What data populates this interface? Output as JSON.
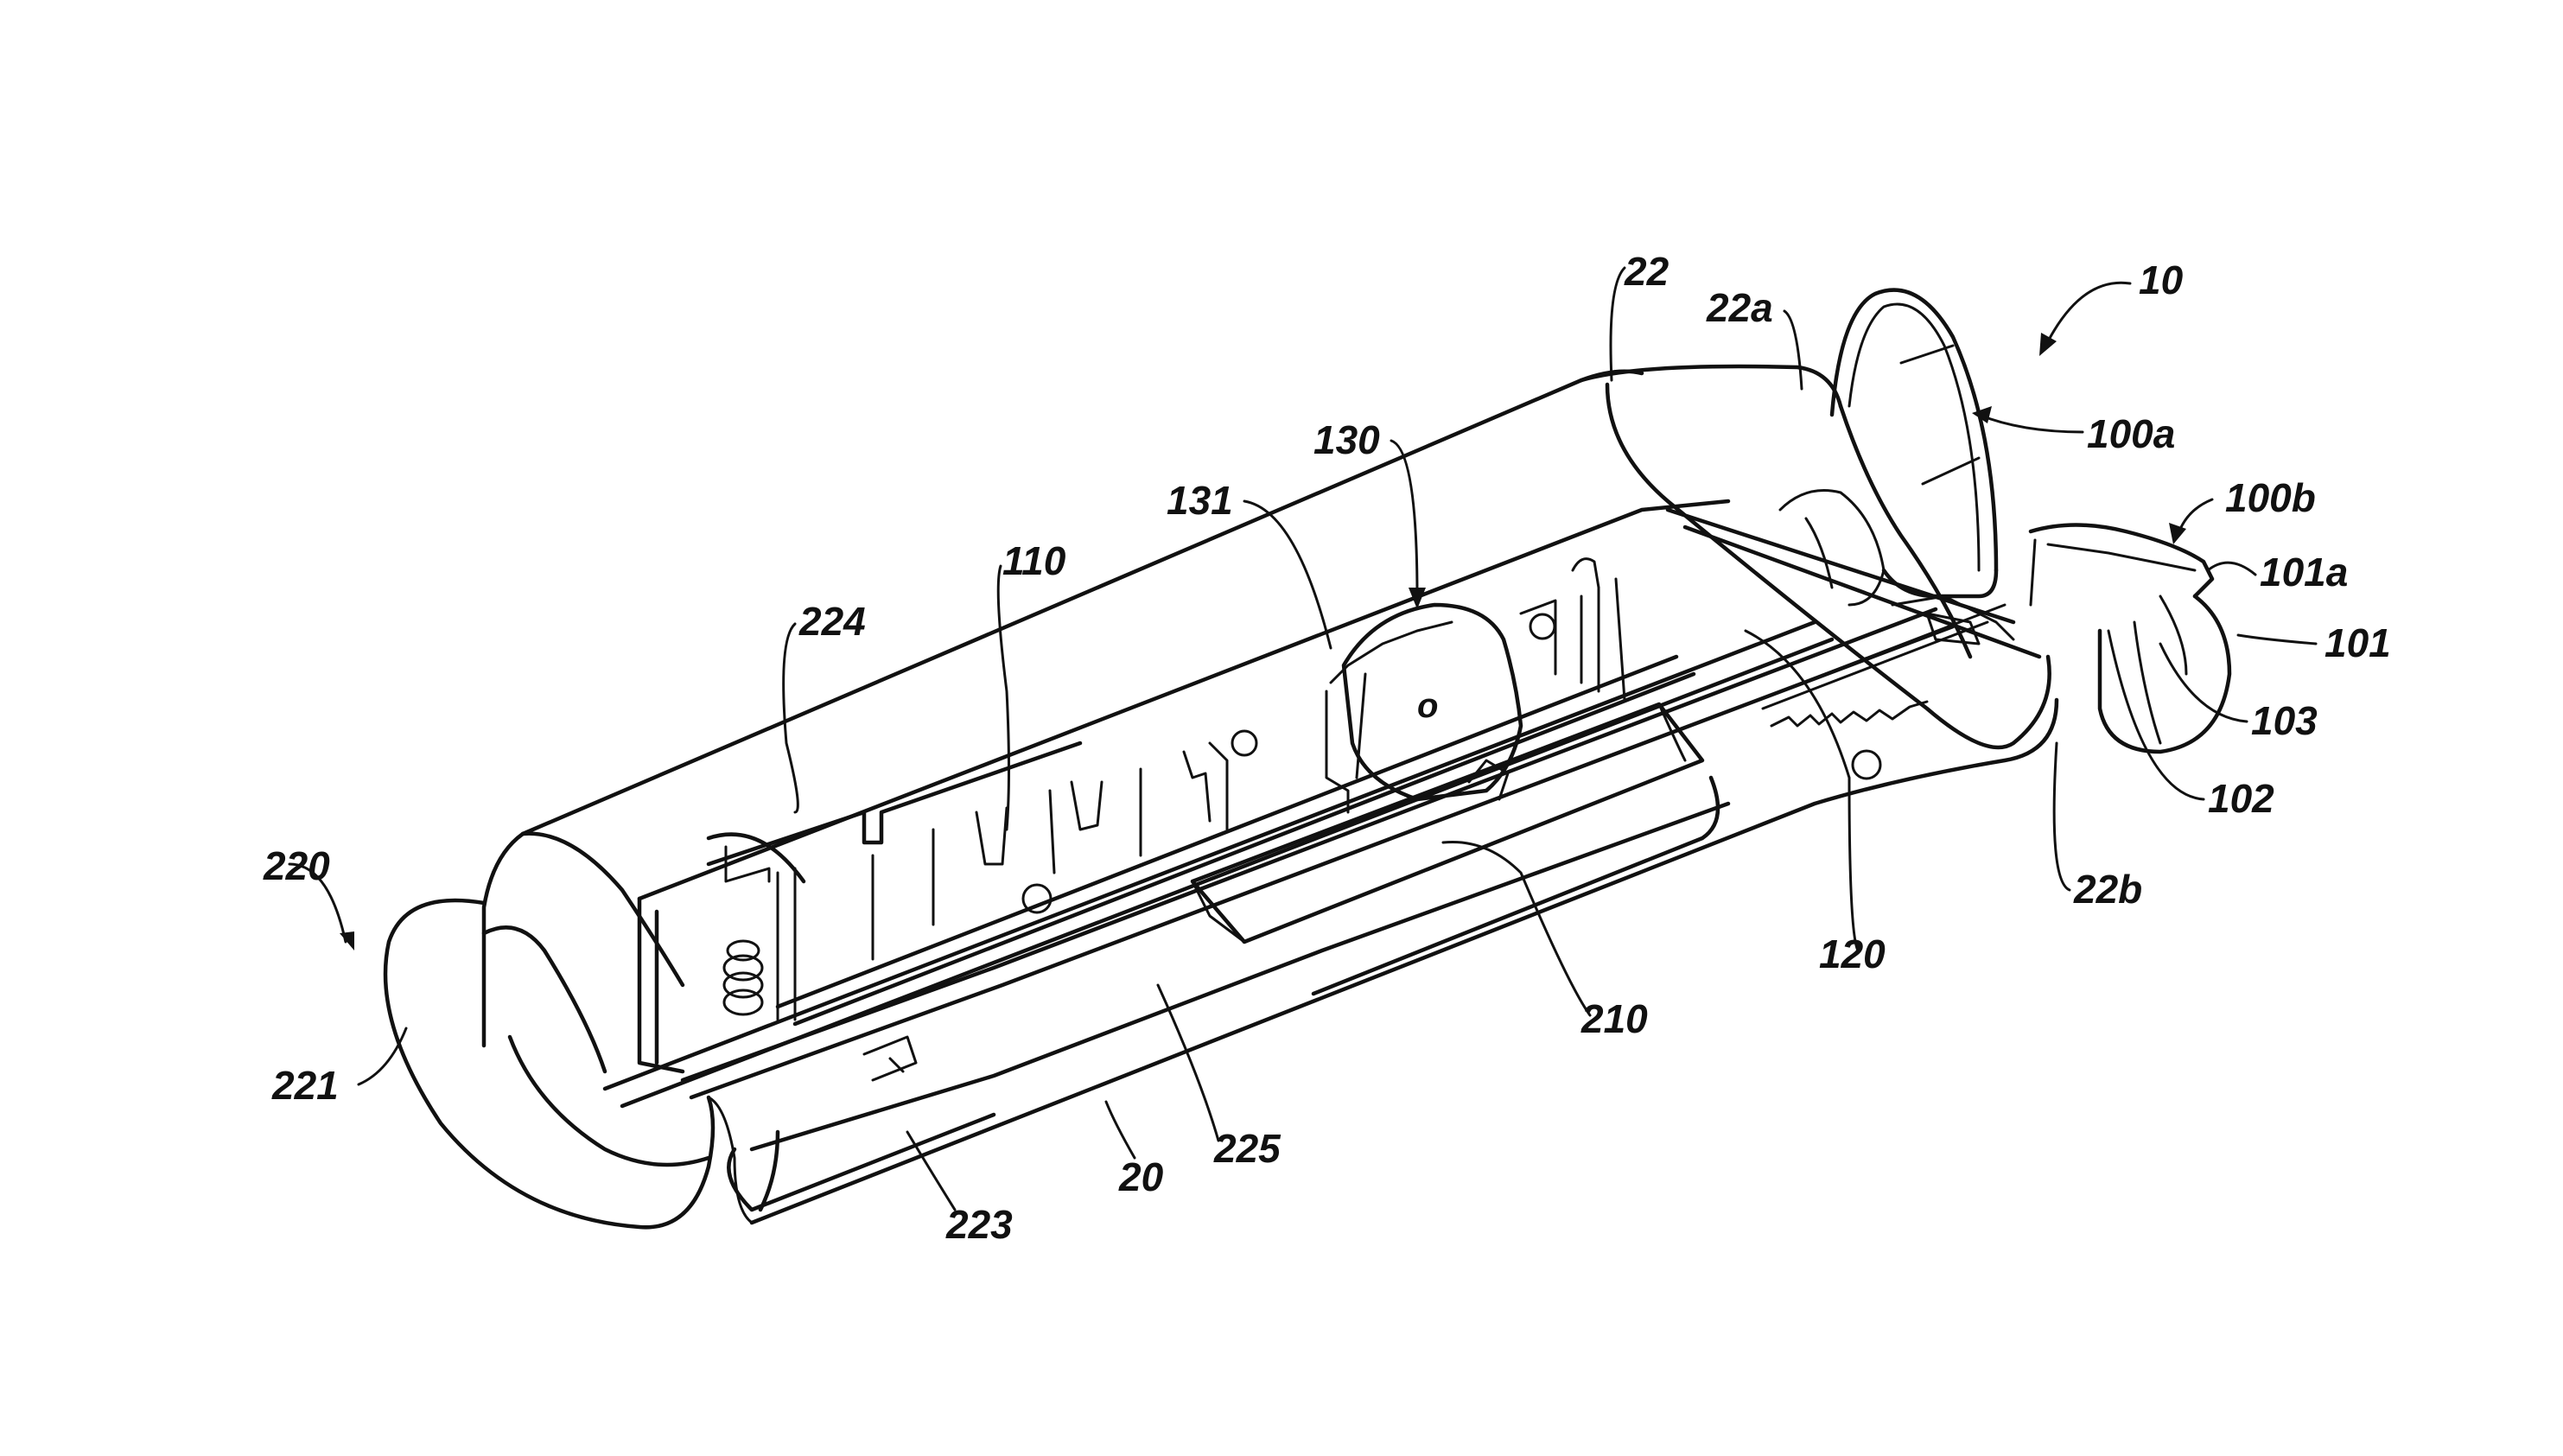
{
  "figure": {
    "type": "patent-drawing",
    "subject": "perspective cut-away view of handheld device",
    "labels": {
      "l10": "10",
      "l22": "22",
      "l22a": "22a",
      "l22b": "22b",
      "l100a": "100a",
      "l100b": "100b",
      "l101a": "101a",
      "l101": "101",
      "l103": "103",
      "l102": "102",
      "l130": "130",
      "l131": "131",
      "l110": "110",
      "l224": "224",
      "l220": "220",
      "l221": "221",
      "l120": "120",
      "l210": "210",
      "l225": "225",
      "l20": "20",
      "l223": "223",
      "lo": "o"
    }
  }
}
